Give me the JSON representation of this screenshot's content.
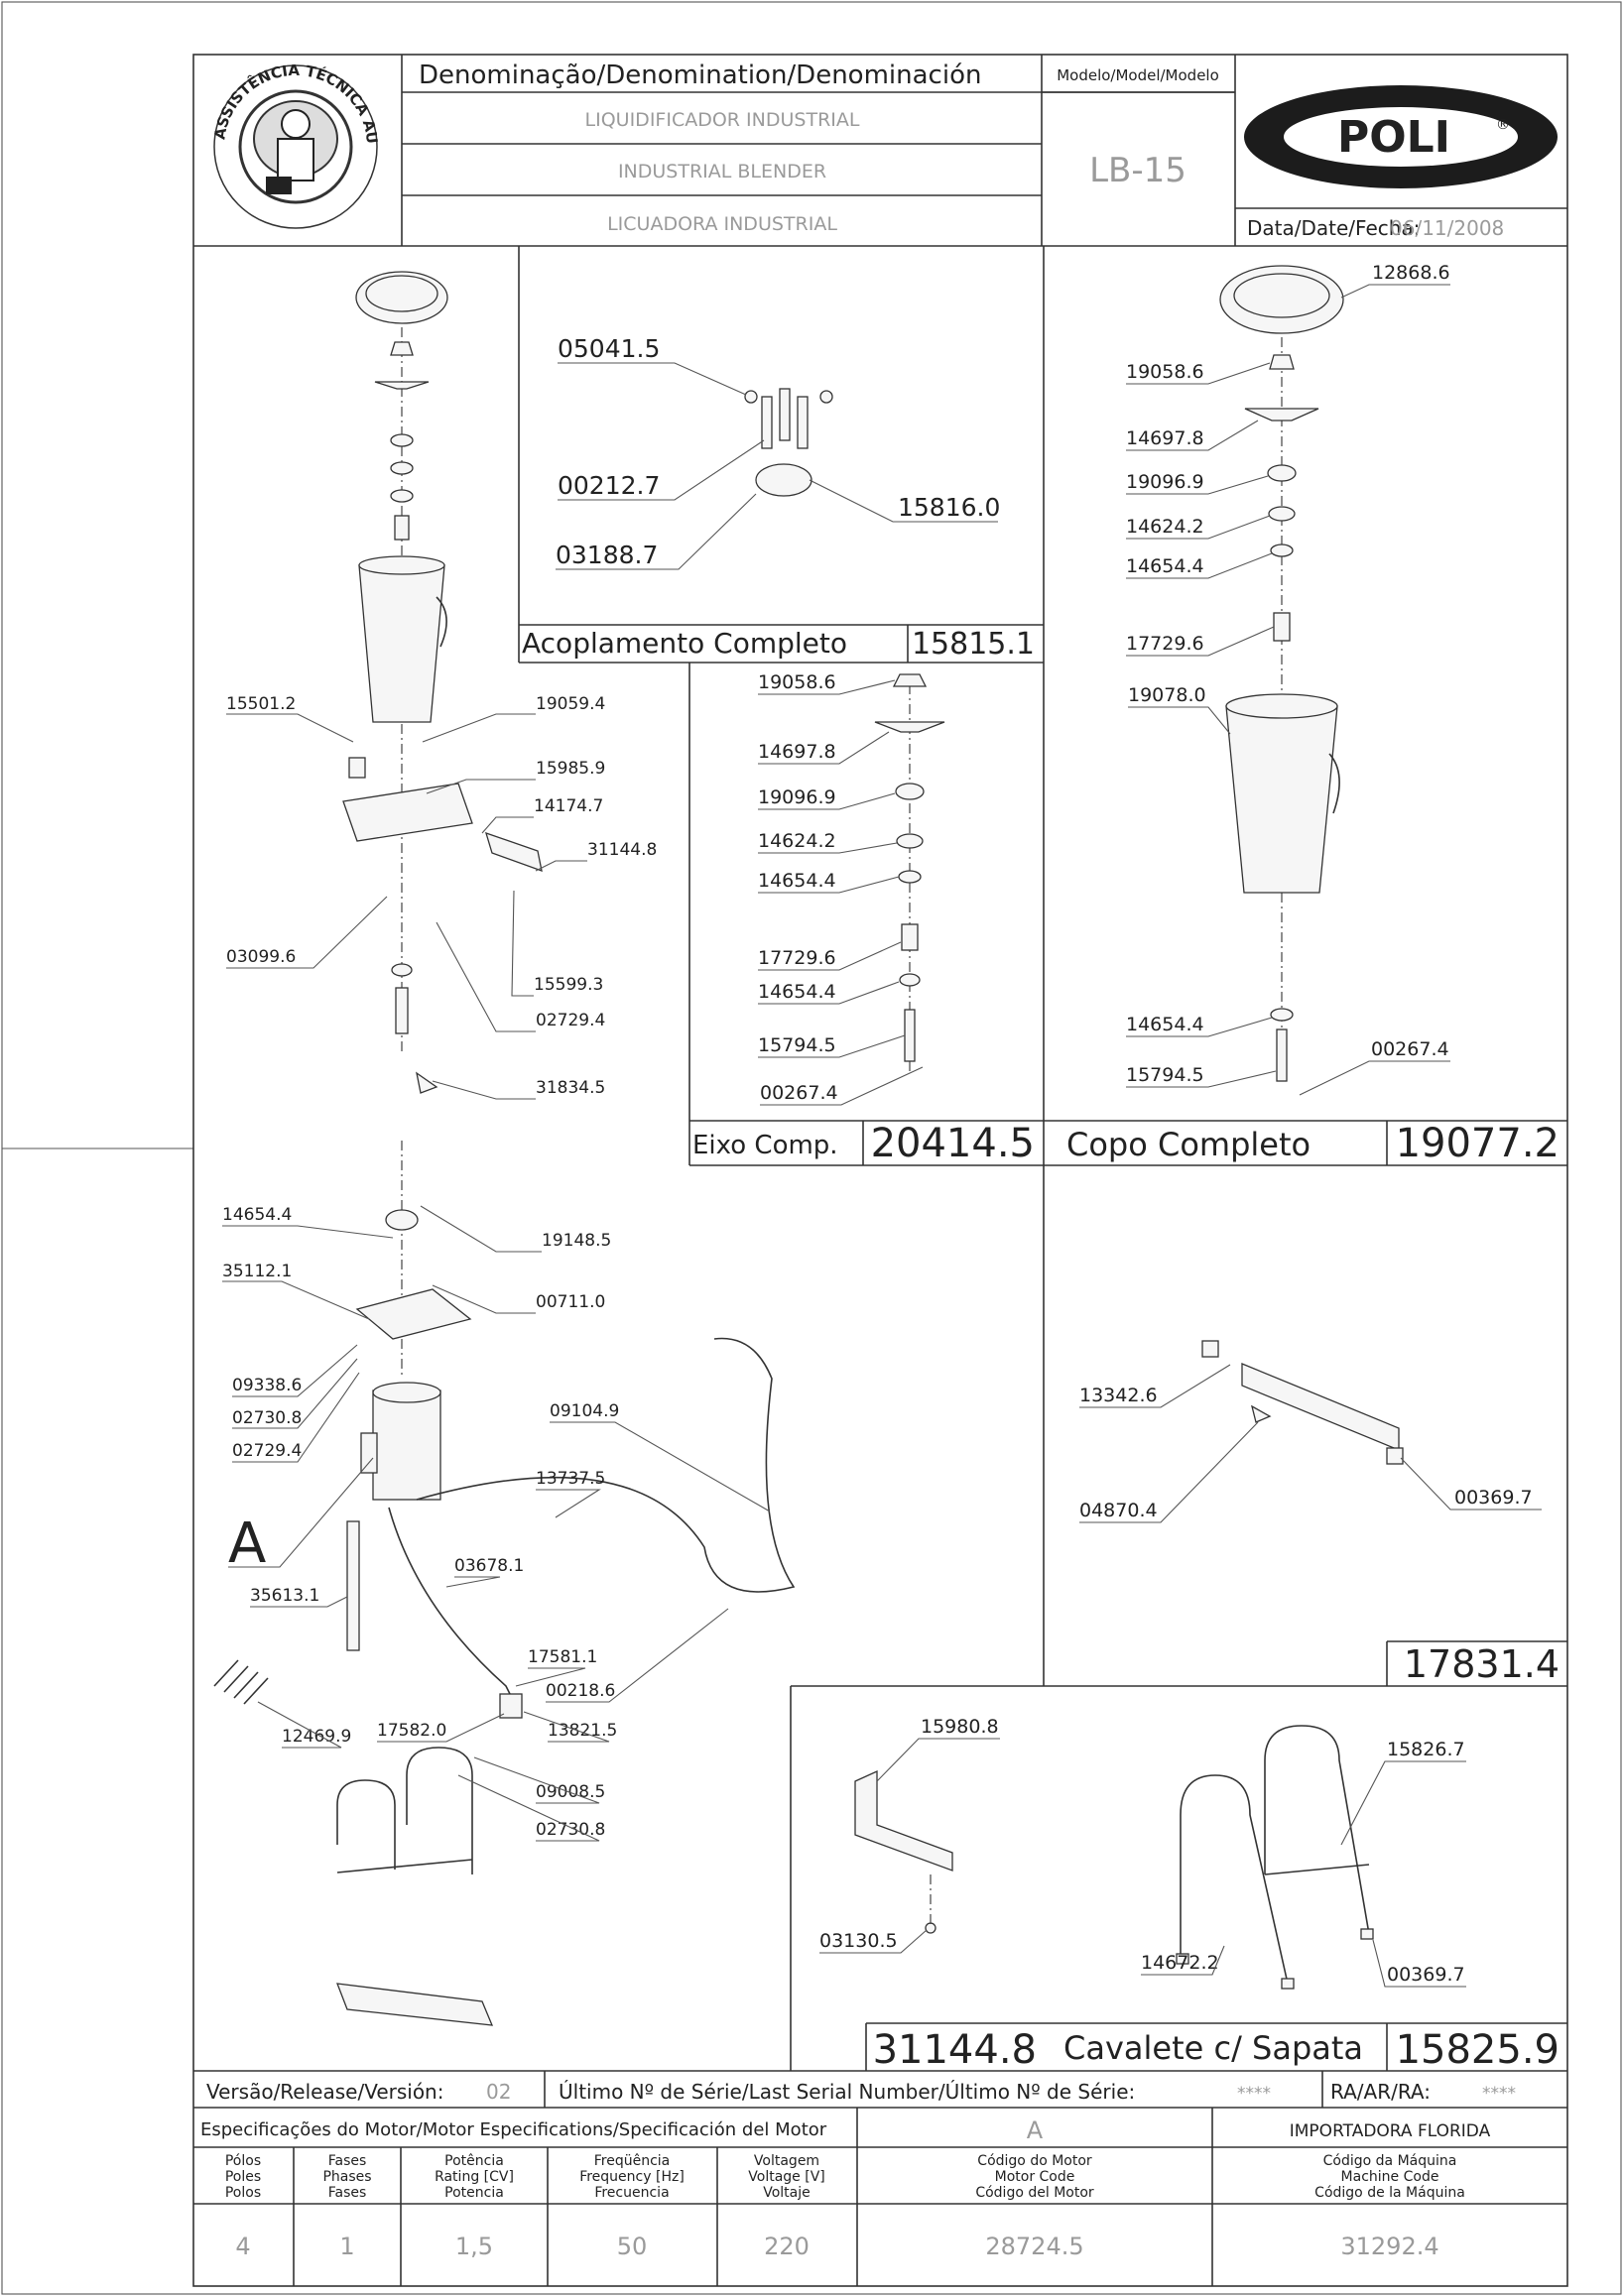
{
  "header": {
    "seal_text": "ASSISTÊNCIA TÉCNICA AUTORIZADA",
    "denomination_label": "Denominação/Denomination/Denominación",
    "names": [
      "LIQUIDIFICADOR INDUSTRIAL",
      "INDUSTRIAL BLENDER",
      "LICUADORA INDUSTRIAL"
    ],
    "model_label": "Modelo/Model/Modelo",
    "model": "LB-15",
    "brand": "POLI",
    "brand_mark": "®",
    "date_label": "Data/Date/Fecha:",
    "date": "06/11/2008"
  },
  "assemblies": {
    "coupling": {
      "name": "Acoplamento Completo",
      "code": "15815.1"
    },
    "shaft": {
      "name": "Eixo Comp.",
      "code": "20414.5"
    },
    "cup": {
      "name": "Copo Completo",
      "code": "19077.2"
    },
    "crossbar": {
      "code": "17831.4"
    },
    "bracket": {
      "code": "31144.8"
    },
    "stand": {
      "name": "Cavalete c/ Sapata",
      "code": "15825.9"
    }
  },
  "labels": {
    "main": [
      "15501.2",
      "19059.4",
      "15985.9",
      "14174.7",
      "31144.8",
      "03099.6",
      "15599.3",
      "02729.4",
      "31834.5",
      "14654.4",
      "19148.5",
      "35112.1",
      "00711.0",
      "09338.6",
      "02730.8",
      "02729.4",
      "A",
      "09104.9",
      "13737.5",
      "35613.1",
      "03678.1",
      "17581.1",
      "00218.6",
      "12469.9",
      "17582.0",
      "13821.5",
      "09008.5",
      "02730.8"
    ],
    "coupling": [
      "05041.5",
      "00212.7",
      "15816.0",
      "03188.7"
    ],
    "shaft": [
      "19058.6",
      "14697.8",
      "19096.9",
      "14624.2",
      "14654.4",
      "17729.6",
      "14654.4",
      "15794.5",
      "00267.4"
    ],
    "cup": [
      "12868.6",
      "19058.6",
      "14697.8",
      "19096.9",
      "14624.2",
      "14654.4",
      "17729.6",
      "19078.0",
      "14654.4",
      "00267.4",
      "15794.5"
    ],
    "crossbar": [
      "13342.6",
      "04870.4",
      "00369.7"
    ],
    "bracket": [
      "15980.8",
      "03130.5"
    ],
    "stand": [
      "15826.7",
      "14672.2",
      "00369.7"
    ]
  },
  "footer": {
    "version_label": "Versão/Release/Versión:",
    "version": "02",
    "serial_label": "Último Nº de Série/Last Serial Number/Último Nº de Série:",
    "serial": "****",
    "ra_label": "RA/AR/RA:",
    "ra": "****",
    "motor_spec_label": "Especificações do Motor/Motor Especifications/Specificación del Motor",
    "motor_letter": "A",
    "importer": "IMPORTADORA FLORIDA",
    "columns": [
      {
        "l1": "Pólos",
        "l2": "Poles",
        "l3": "Polos",
        "value": "4"
      },
      {
        "l1": "Fases",
        "l2": "Phases",
        "l3": "Fases",
        "value": "1"
      },
      {
        "l1": "Potência",
        "l2": "Rating [CV]",
        "l3": "Potencia",
        "value": "1,5"
      },
      {
        "l1": "Freqüência",
        "l2": "Frequency [Hz]",
        "l3": "Frecuencia",
        "value": "50"
      },
      {
        "l1": "Voltagem",
        "l2": "Voltage [V]",
        "l3": "Voltaje",
        "value": "220"
      },
      {
        "l1": "Código do Motor",
        "l2": "Motor Code",
        "l3": "Código del Motor",
        "value": "28724.5"
      },
      {
        "l1": "Código da Máquina",
        "l2": "Machine Code",
        "l3": "Código de la Máquina",
        "value": "31292.4"
      }
    ]
  }
}
